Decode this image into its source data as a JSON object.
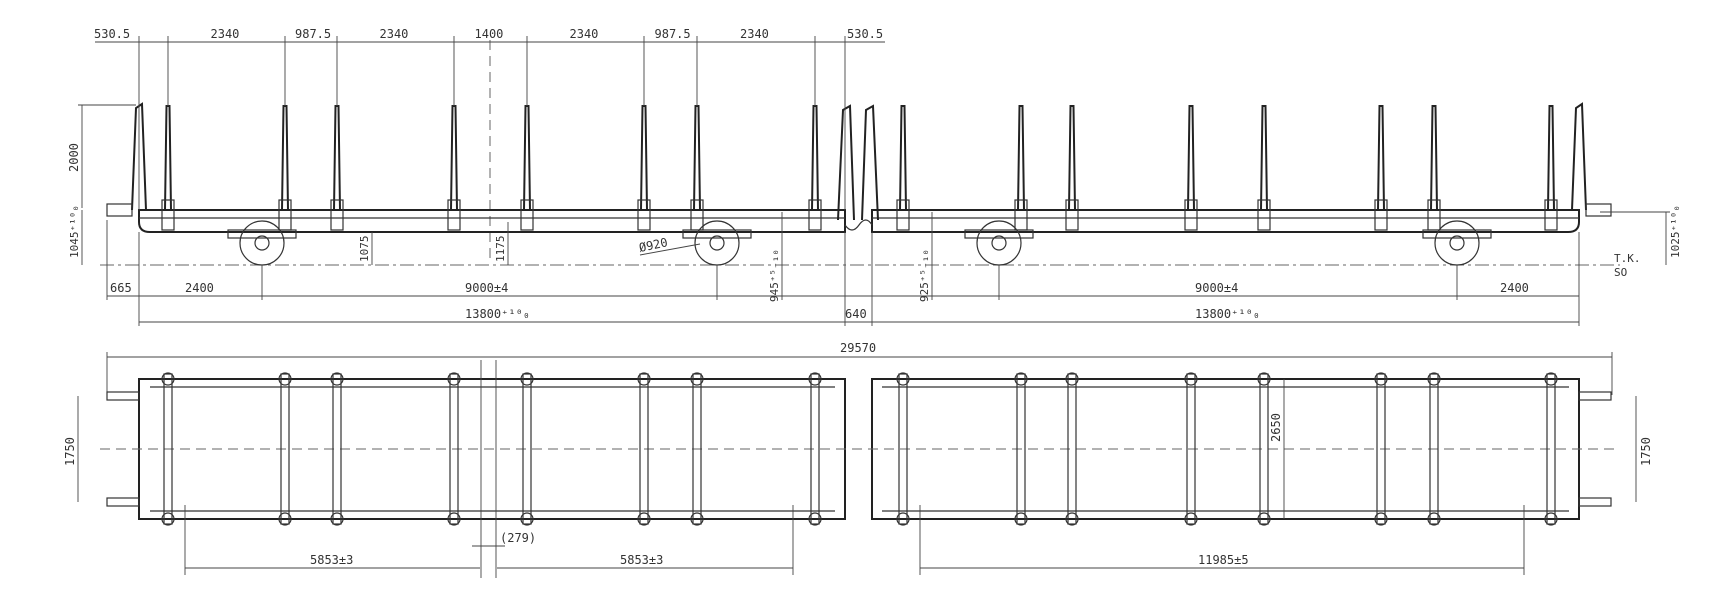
{
  "side_view": {
    "top_dims": [
      "530.5",
      "2340",
      "987.5",
      "2340",
      "1400",
      "2340",
      "987.5",
      "2340",
      "530.5"
    ],
    "height_stake": "2000",
    "deck_height_left": "1045⁺¹⁰₀",
    "deck_height_right": "1025⁺¹⁰₀",
    "h_1075": "1075",
    "h_1175": "1175",
    "h_945": "945⁺⁵₋₁₀",
    "h_925": "925⁺⁵₋₁₀",
    "wheel_diameter": "Ø920",
    "rail_label_1": "T.K.",
    "rail_label_2": "SO",
    "row1": {
      "d665": "665",
      "d2400_left": "2400",
      "d9000_left": "9000±4",
      "d9000_right": "9000±4",
      "d2400_right": "2400"
    },
    "row2": {
      "d13800_left": "13800⁺¹⁰₀",
      "d640": "640",
      "d13800_right": "13800⁺¹⁰₀"
    }
  },
  "plan_view": {
    "overall_length": "29570",
    "buffer_spacing_left": "1750",
    "buffer_spacing_right": "1750",
    "width": "2650",
    "d5853_left": "5853±3",
    "d279": "(279)",
    "d5853_right": "5853±3",
    "d11985": "11985±5"
  }
}
